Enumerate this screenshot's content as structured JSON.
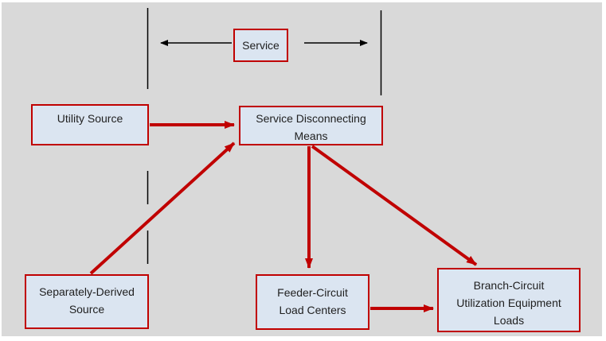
{
  "diagram": {
    "background_color": "#d9d9d9",
    "page_color": "#ffffff",
    "box_fill": "#dbe5f1",
    "box_border_color": "#c00000",
    "arrow_color": "#c00000",
    "guide_line_color": "#000000",
    "nodes": {
      "service": {
        "label": "Service"
      },
      "utility_source": {
        "label": "Utility Source"
      },
      "service_disconnecting_means": {
        "label": "Service Disconnecting\nMeans"
      },
      "separately_derived_source": {
        "label": "Separately-Derived\nSource"
      },
      "feeder_circuit_load_centers": {
        "label": "Feeder-Circuit\nLoad Centers"
      },
      "branch_circuit_loads": {
        "label": "Branch-Circuit\nUtilization Equipment\nLoads"
      }
    },
    "edges": [
      {
        "from": "utility_source",
        "to": "service_disconnecting_means",
        "style": "red-arrow"
      },
      {
        "from": "separately_derived_source",
        "to": "service_disconnecting_means",
        "style": "red-arrow"
      },
      {
        "from": "service_disconnecting_means",
        "to": "feeder_circuit_load_centers",
        "style": "red-arrow"
      },
      {
        "from": "service_disconnecting_means",
        "to": "branch_circuit_loads",
        "style": "red-arrow"
      },
      {
        "from": "feeder_circuit_load_centers",
        "to": "branch_circuit_loads",
        "style": "red-arrow"
      },
      {
        "from": "service",
        "to": "service-boundary-lines",
        "style": "black-double-arrow"
      }
    ]
  }
}
